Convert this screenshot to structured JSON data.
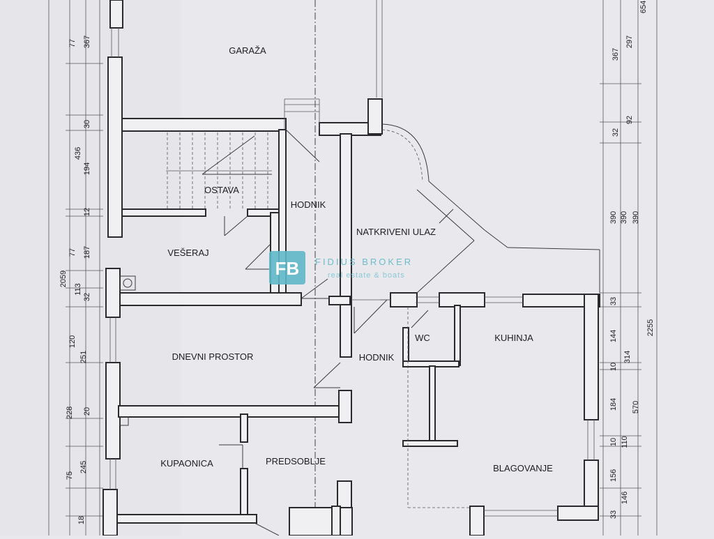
{
  "rooms": {
    "garaza": "GARAŽA",
    "ostava": "OSTAVA",
    "hodnik_top": "HODNIK",
    "natkriveni_ulaz": "NATKRIVENI ULAZ",
    "veseraj": "VEŠERAJ",
    "dnevni_prostor": "DNEVNI PROSTOR",
    "hodnik_mid": "HODNIK",
    "wc": "WC",
    "kuhinja": "KUHINJA",
    "kupaonica": "KUPAONICA",
    "predsoblje": "PREDSOBLJE",
    "blagovanje": "BLAGOVANJE"
  },
  "watermark": {
    "logo": "FB",
    "brand": "FIDIUS BROKER",
    "tagline": "real estate & boats"
  },
  "left_dims": {
    "total": "2059",
    "outer": [
      "436",
      "113",
      "251",
      "228"
    ],
    "inner": [
      "77",
      "367",
      "30",
      "194",
      "12",
      "77",
      "187",
      "32",
      "120",
      "20",
      "75",
      "245",
      "18"
    ]
  },
  "right_dims": {
    "total": "2255",
    "top": "654",
    "outer": [
      "297",
      "92",
      "390",
      "314",
      "570"
    ],
    "inner": [
      "367",
      "32",
      "390",
      "390",
      "33",
      "144",
      "10",
      "184",
      "10",
      "110",
      "156",
      "146",
      "33"
    ]
  },
  "colors": {
    "paper": "#e9e9ed",
    "walls": "#2a2a2e",
    "watermark": "#5fb8c8"
  }
}
